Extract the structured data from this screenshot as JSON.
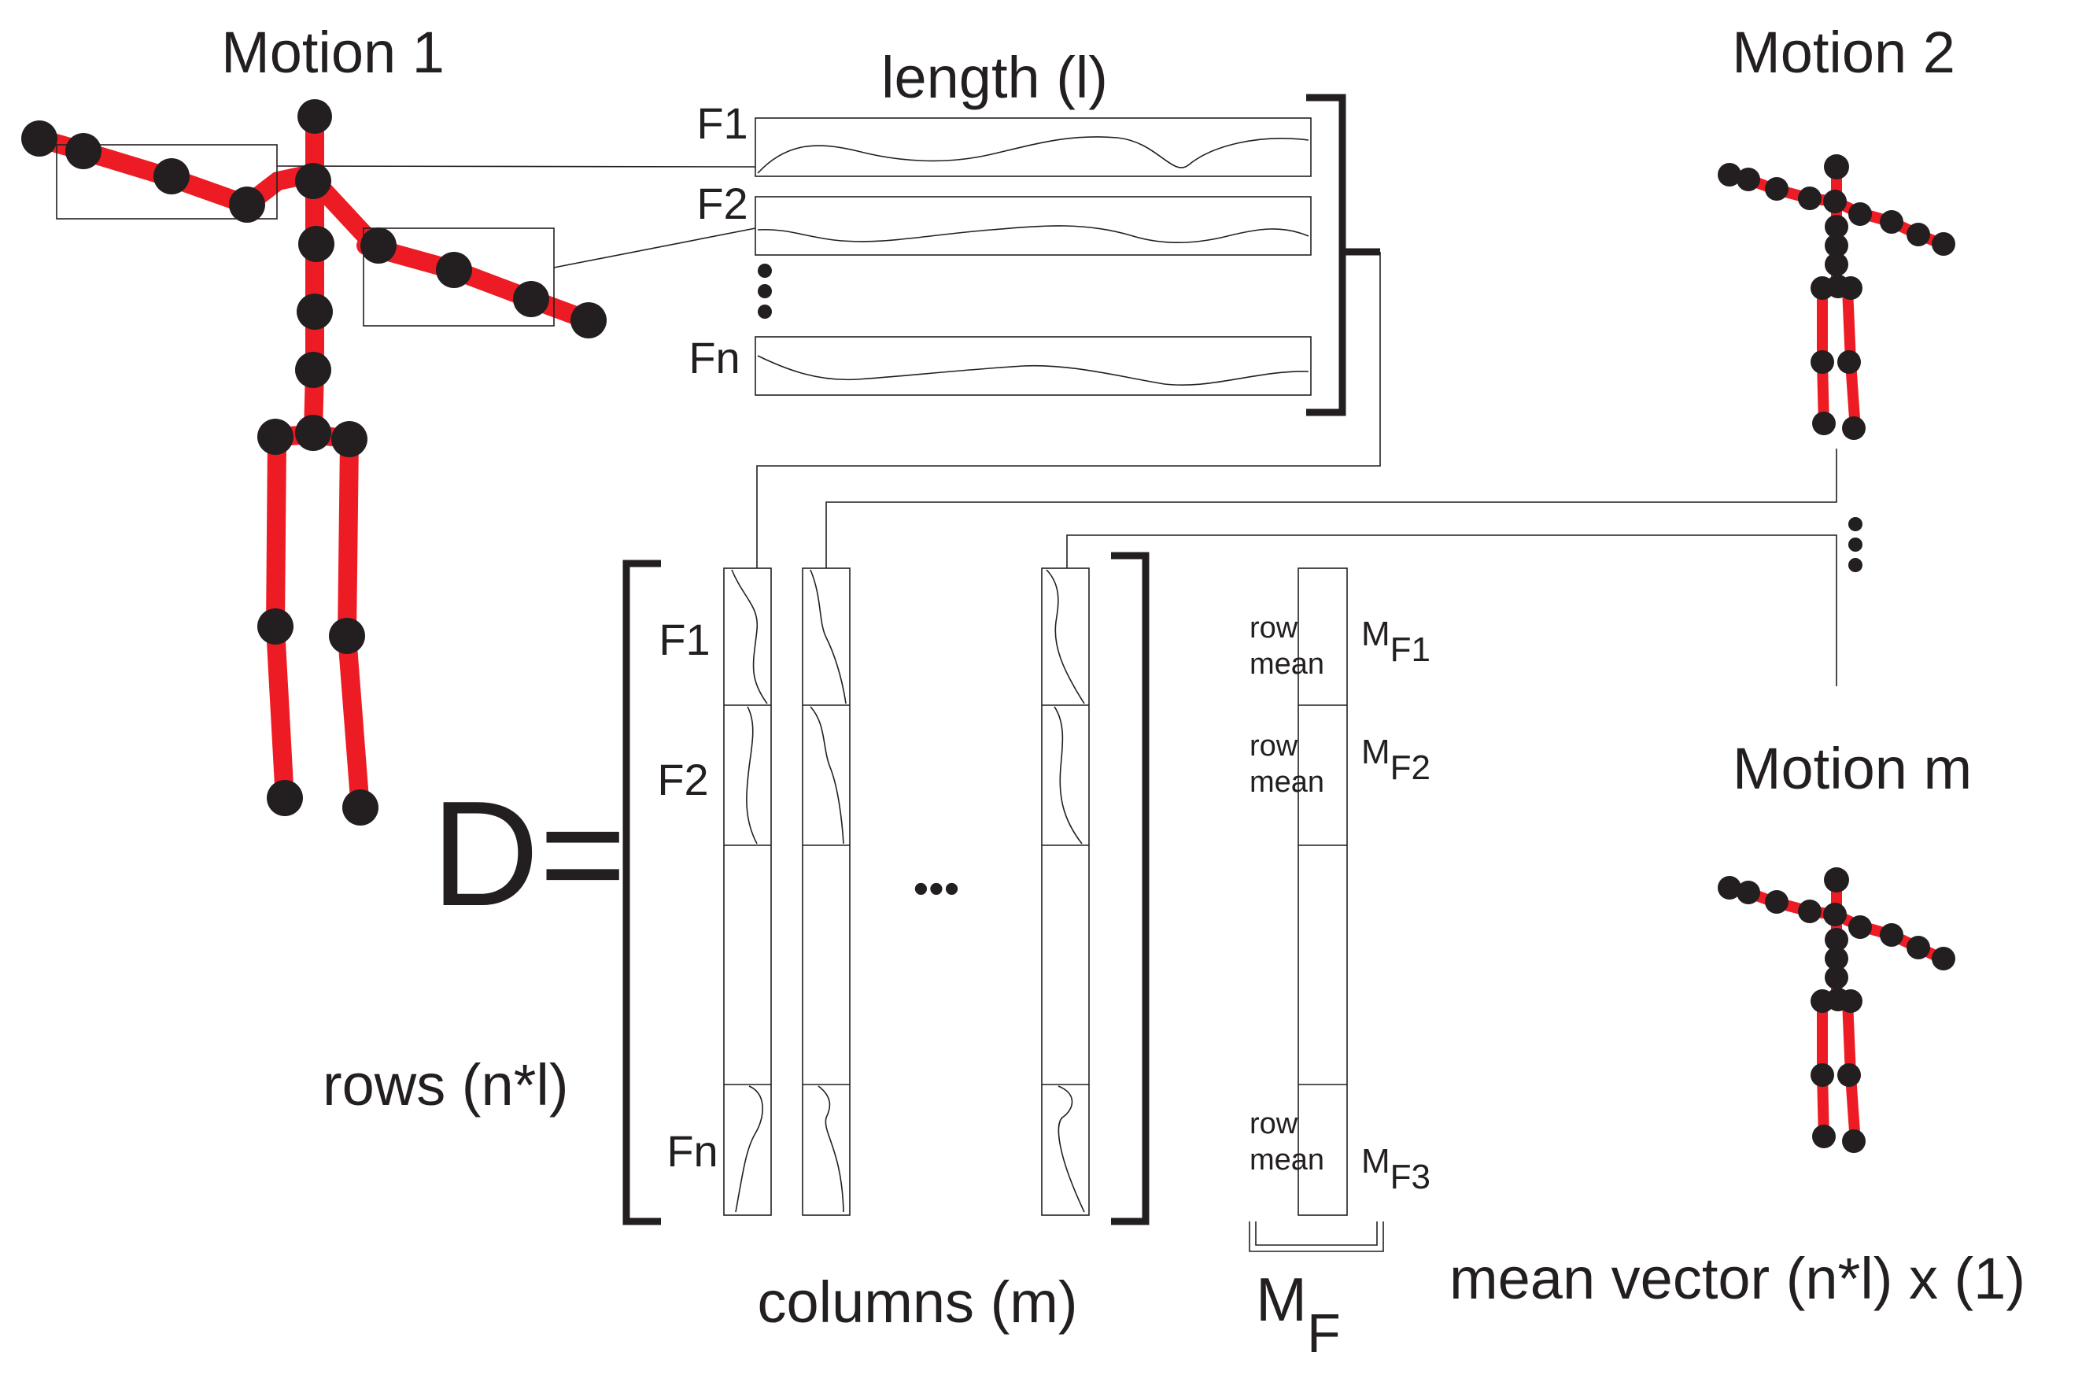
{
  "labels": {
    "motion1": "Motion 1",
    "motion2": "Motion 2",
    "motionm": "Motion m",
    "length": "length (l)",
    "f1": "F1",
    "f2": "F2",
    "fn": "Fn",
    "d_equals": "D=",
    "rows": "rows (n*l)",
    "columns": "columns (m)",
    "ellipsis": "•••",
    "row_mean_1a": "row",
    "row_mean_1b": "mean",
    "mf1_base": "M",
    "mf1_sub": "F1",
    "mf2_sub": "F2",
    "mf3_sub": "F3",
    "mf_base": "M",
    "mf_sub": "F",
    "mean_vector": "mean vector (n*l) x (1)"
  },
  "colors": {
    "bone": "#ed1c24",
    "joint": "#231f20",
    "ink": "#231f20"
  }
}
